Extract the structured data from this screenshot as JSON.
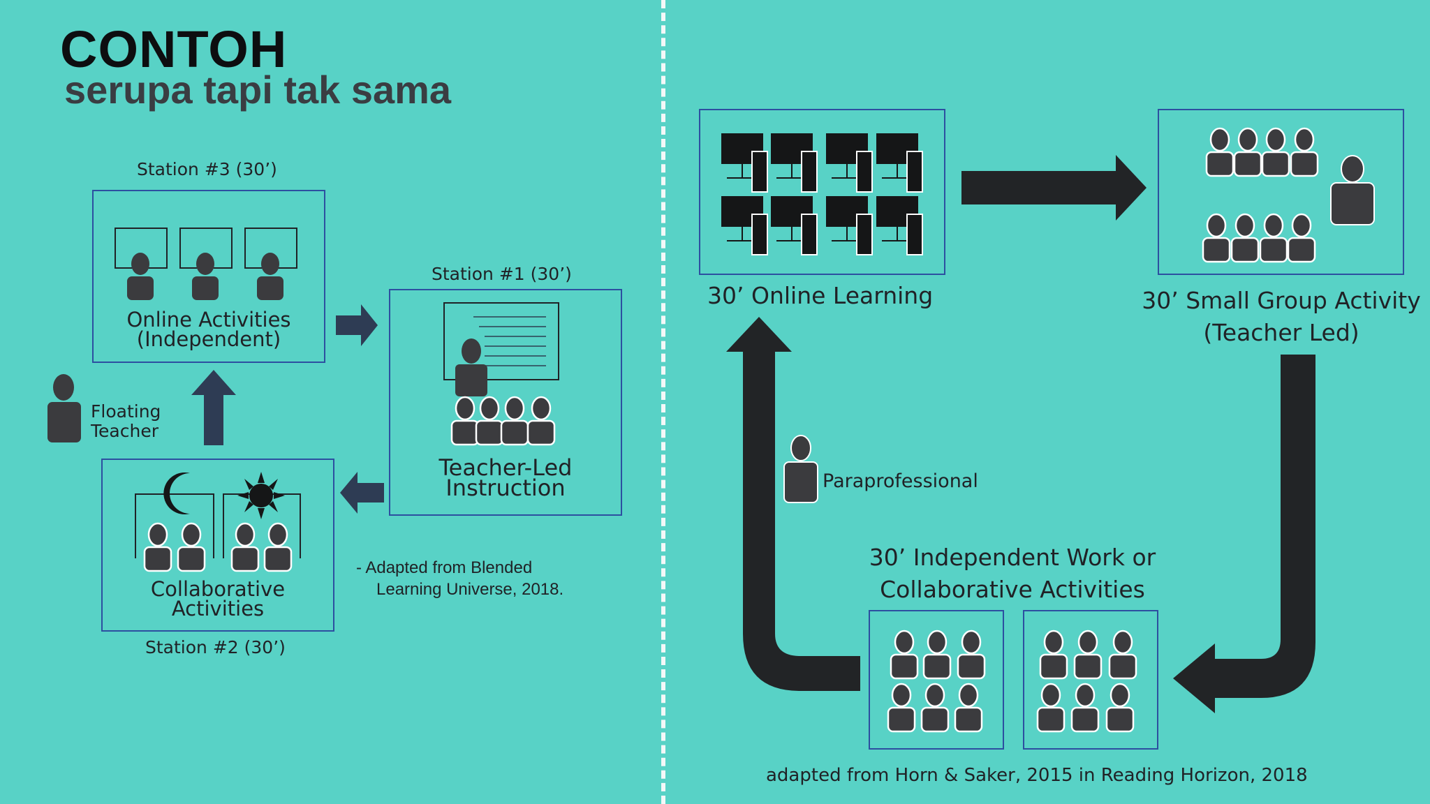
{
  "header": {
    "title": "CONTOH",
    "subtitle": "serupa tapi tak sama"
  },
  "left_diagram": {
    "station3": {
      "heading": "Station #3 (30’)",
      "label_line1": "Online Activities",
      "label_line2": "(Independent)"
    },
    "station1": {
      "heading": "Station #1 (30’)",
      "label_line1": "Teacher-Led",
      "label_line2": "Instruction"
    },
    "station2": {
      "heading": "Station #2 (30’)",
      "label_line1": "Collaborative",
      "label_line2": "Activities"
    },
    "floating_teacher_line1": "Floating",
    "floating_teacher_line2": "Teacher",
    "source_line1": "-   Adapted from Blended",
    "source_line2": "Learning Universe, 2018."
  },
  "right_diagram": {
    "online_learning": "30’ Online Learning",
    "small_group_line1": "30’ Small Group Activity",
    "small_group_line2": "(Teacher Led)",
    "independent_line1": "30’ Independent Work or",
    "independent_line2": "Collaborative Activities",
    "paraprofessional": "Paraprofessional",
    "source": "adapted from Horn & Saker, 2015 in Reading Horizon, 2018"
  },
  "colors": {
    "background": "#58d2c6",
    "box_border": "#2d4fa0",
    "figure": "#3b3b3e",
    "arrow_dark": "#222426",
    "arrow_navy": "#2e3c54",
    "divider": "#f4f8f8"
  }
}
